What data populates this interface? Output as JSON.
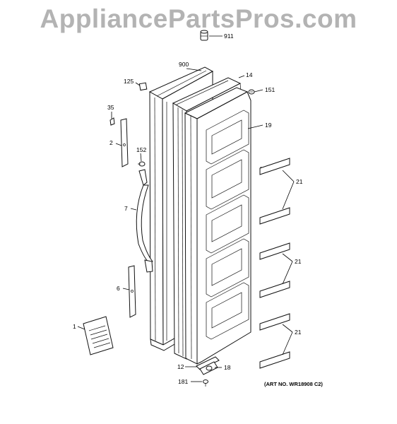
{
  "watermark": "AppliancePartsPros.com",
  "art_number": "(ART NO. WR18908 C2)",
  "callouts": {
    "c911": "911",
    "c900": "900",
    "c125": "125",
    "c14": "14",
    "c151": "151",
    "c35": "35",
    "c19": "19",
    "c2": "2",
    "c152": "152",
    "c21a": "21",
    "c7": "7",
    "c21b": "21",
    "c6": "6",
    "c21c": "21",
    "c1": "1",
    "c12": "12",
    "c18": "18",
    "c181": "181"
  }
}
